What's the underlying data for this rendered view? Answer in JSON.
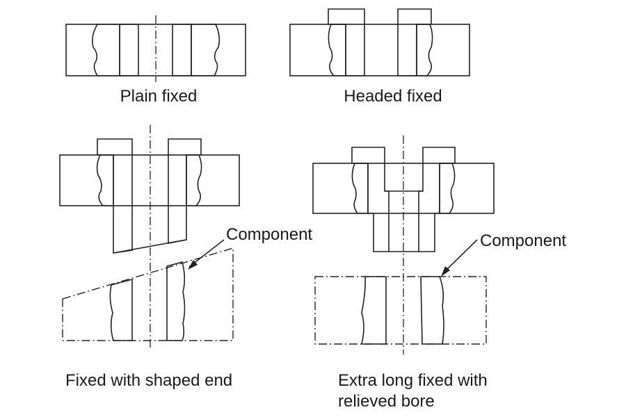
{
  "figure": {
    "title": "Fixed bush types",
    "panels": [
      {
        "id": "plain-fixed",
        "caption": "Plain fixed"
      },
      {
        "id": "headed-fixed",
        "caption": "Headed fixed"
      },
      {
        "id": "fixed-shaped-end",
        "caption": "Fixed with shaped end",
        "callout": "Component"
      },
      {
        "id": "extra-long-relieved",
        "caption_line1": "Extra long fixed with",
        "caption_line2": "relieved bore",
        "callout": "Component"
      }
    ]
  },
  "colors": {
    "ink": "#222222",
    "background": "#ffffff"
  }
}
